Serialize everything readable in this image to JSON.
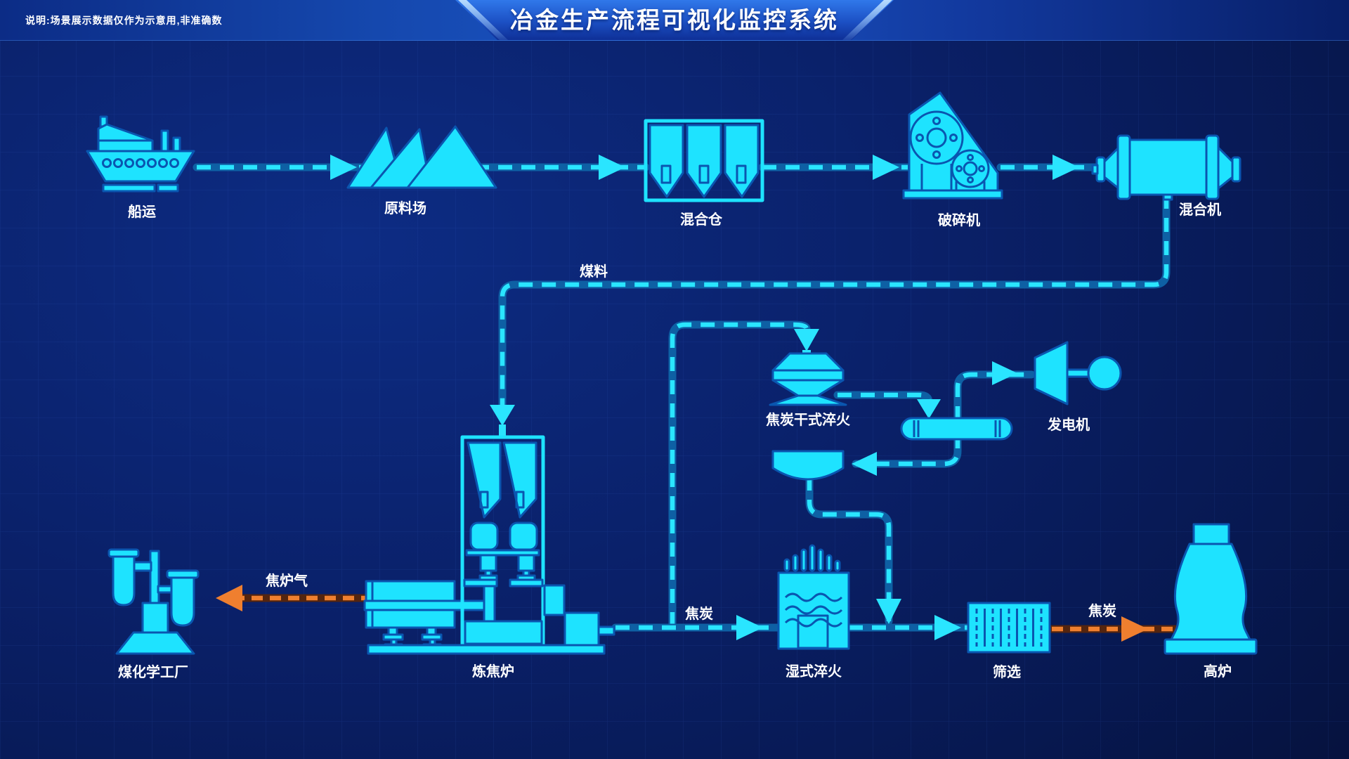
{
  "header": {
    "title": "冶金生产流程可视化监控系统",
    "note": "说明:场景展示数据仅作为示意用,非准确数"
  },
  "nodes": {
    "ship": {
      "label": "船运",
      "icon": "ship-icon"
    },
    "stockyard": {
      "label": "原料场",
      "icon": "stockpile-icon"
    },
    "mixing_bunker": {
      "label": "混合仓",
      "icon": "bunker-icon"
    },
    "crusher": {
      "label": "破碎机",
      "icon": "crusher-icon"
    },
    "mixer": {
      "label": "混合机",
      "icon": "mixer-icon"
    },
    "coking_oven": {
      "label": "炼焦炉",
      "icon": "coking-oven-icon"
    },
    "dry_quenching": {
      "label": "焦炭干式淬火",
      "icon": "cdq-vessel-icon"
    },
    "generator": {
      "label": "发电机",
      "icon": "turbine-generator-icon"
    },
    "coal_chemical_plant": {
      "label": "煤化学工厂",
      "icon": "chemical-plant-icon"
    },
    "wet_quenching": {
      "label": "湿式淬火",
      "icon": "wet-quench-icon"
    },
    "screening": {
      "label": "筛选",
      "icon": "screen-icon"
    },
    "blast_furnace": {
      "label": "高炉",
      "icon": "blast-furnace-icon"
    }
  },
  "flows": {
    "coal_feed": {
      "label": "煤料"
    },
    "coke_to_wet_quench": {
      "label": "焦炭"
    },
    "coke_to_blast_furnace": {
      "label": "焦炭"
    },
    "coke_oven_gas": {
      "label": "焦炉气"
    }
  },
  "colors": {
    "equipment_fill": "#1ee3ff",
    "equipment_outline": "#0a56b0",
    "flow_dash": "#2ae5ff",
    "flow_track": "#0e60a4",
    "gas_dash": "#ef7f2f",
    "gas_track": "#54250f",
    "background": "#071850",
    "header_blue": "#1b54c4",
    "text": "#ffffff"
  }
}
